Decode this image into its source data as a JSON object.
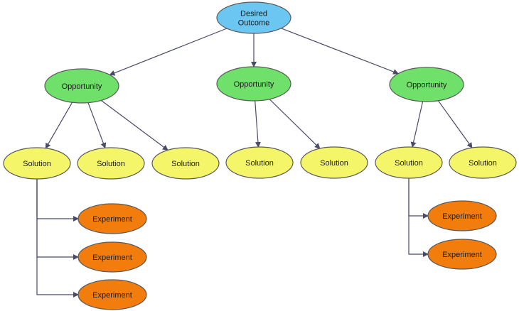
{
  "colors": {
    "outcome": "#6cc6f2",
    "opportunity": "#6fe06a",
    "solution": "#f5f56a",
    "experiment": "#f27d0c",
    "edge": "#4a4a6a"
  },
  "nodes": [
    {
      "id": "outcome",
      "kind": "outcome",
      "lines": [
        "Desired",
        "Outcome"
      ]
    },
    {
      "id": "opp1",
      "kind": "opportunity",
      "lines": [
        "Opportunity"
      ]
    },
    {
      "id": "opp2",
      "kind": "opportunity",
      "lines": [
        "Opportunity"
      ]
    },
    {
      "id": "opp3",
      "kind": "opportunity",
      "lines": [
        "Opportunity"
      ]
    },
    {
      "id": "sol1",
      "kind": "solution",
      "lines": [
        "Solution"
      ]
    },
    {
      "id": "sol2",
      "kind": "solution",
      "lines": [
        "Solution"
      ]
    },
    {
      "id": "sol3",
      "kind": "solution",
      "lines": [
        "Solution"
      ]
    },
    {
      "id": "sol4",
      "kind": "solution",
      "lines": [
        "Solution"
      ]
    },
    {
      "id": "sol5",
      "kind": "solution",
      "lines": [
        "Solution"
      ]
    },
    {
      "id": "sol6",
      "kind": "solution",
      "lines": [
        "Solution"
      ]
    },
    {
      "id": "sol7",
      "kind": "solution",
      "lines": [
        "Solution"
      ]
    },
    {
      "id": "exp1",
      "kind": "experiment",
      "lines": [
        "Experiment"
      ]
    },
    {
      "id": "exp2",
      "kind": "experiment",
      "lines": [
        "Experiment"
      ]
    },
    {
      "id": "exp3",
      "kind": "experiment",
      "lines": [
        "Experiment"
      ]
    },
    {
      "id": "exp4",
      "kind": "experiment",
      "lines": [
        "Experiment"
      ]
    },
    {
      "id": "exp5",
      "kind": "experiment",
      "lines": [
        "Experiment"
      ]
    }
  ],
  "edges": [
    {
      "from": "outcome",
      "to": "opp1",
      "style": "straight"
    },
    {
      "from": "outcome",
      "to": "opp2",
      "style": "straight"
    },
    {
      "from": "outcome",
      "to": "opp3",
      "style": "straight"
    },
    {
      "from": "opp1",
      "to": "sol1",
      "style": "straight"
    },
    {
      "from": "opp1",
      "to": "sol2",
      "style": "straight"
    },
    {
      "from": "opp1",
      "to": "sol3",
      "style": "straight"
    },
    {
      "from": "opp2",
      "to": "sol4",
      "style": "straight"
    },
    {
      "from": "opp2",
      "to": "sol5",
      "style": "straight"
    },
    {
      "from": "opp3",
      "to": "sol6",
      "style": "straight"
    },
    {
      "from": "opp3",
      "to": "sol7",
      "style": "straight"
    },
    {
      "from": "sol1",
      "to": "exp1",
      "style": "elbow"
    },
    {
      "from": "sol1",
      "to": "exp2",
      "style": "elbow"
    },
    {
      "from": "sol1",
      "to": "exp3",
      "style": "elbow"
    },
    {
      "from": "sol6",
      "to": "exp4",
      "style": "elbow"
    },
    {
      "from": "sol6",
      "to": "exp5",
      "style": "elbow"
    }
  ]
}
